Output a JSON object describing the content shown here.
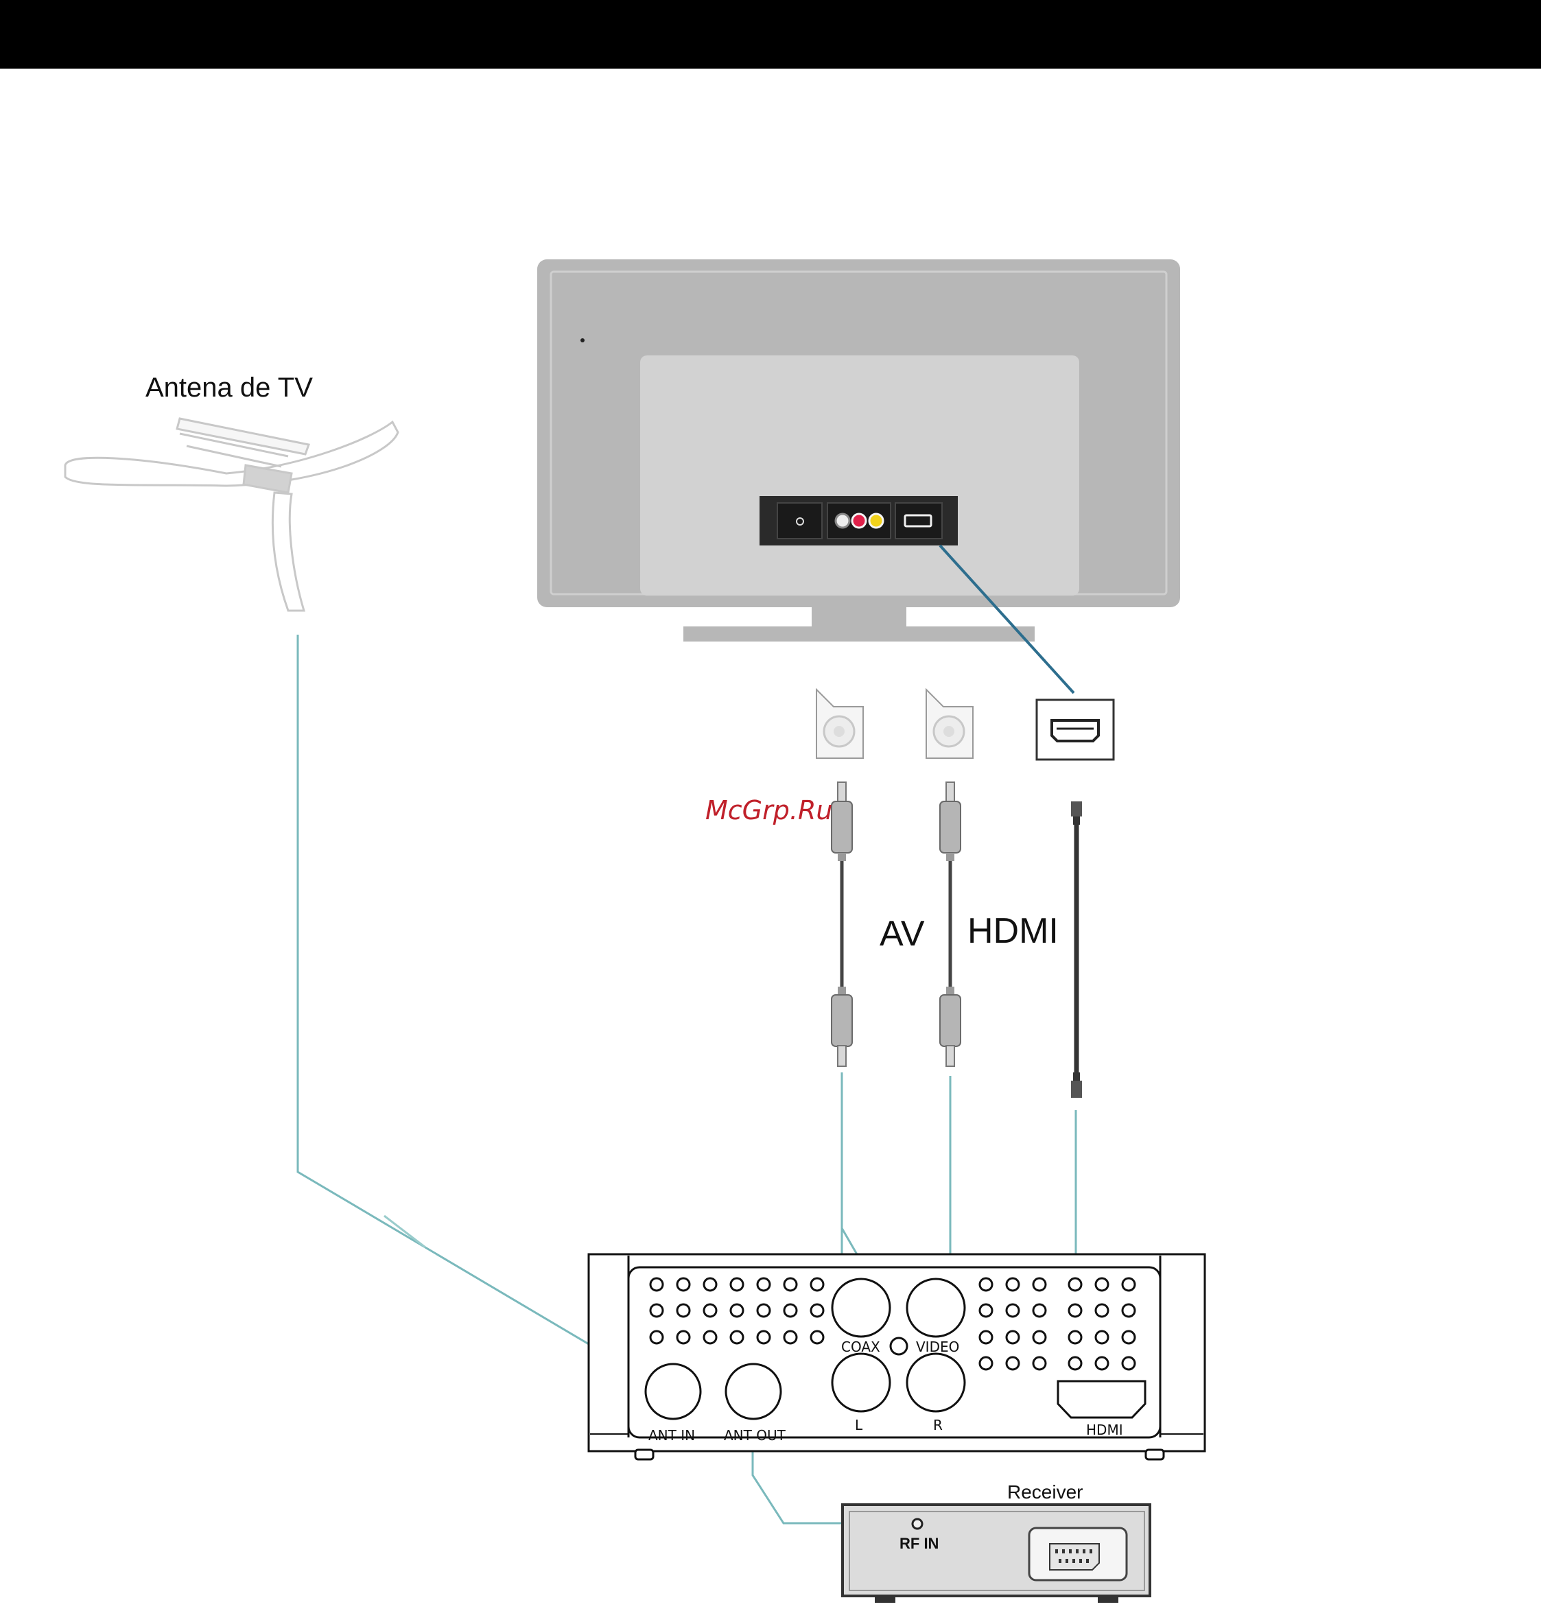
{
  "antenna": {
    "label": "Antena de TV"
  },
  "cables": {
    "av_label": "AV",
    "hdmi_label": "HDMI"
  },
  "watermark": {
    "text": "McGrp.Ru"
  },
  "set_top_box": {
    "ports": {
      "coax": "COAX",
      "video": "VIDEO",
      "ant_in": "ANT IN",
      "ant_out": "ANT OUT",
      "left": "L",
      "right": "R",
      "hdmi": "HDMI"
    }
  },
  "receiver": {
    "title": "Receiver",
    "rf_in": "RF IN"
  },
  "colors": {
    "header_bar": "#000000",
    "tv_body": "#b7b7b7",
    "tv_inner": "#d2d2d2",
    "tv_panel": "#2a2a2a",
    "signal_line": "#7ab9bc",
    "hdmi_tv_cable": "#2d6e8e",
    "watermark": "#c0202a",
    "receiver_body": "#dcdcdc"
  }
}
